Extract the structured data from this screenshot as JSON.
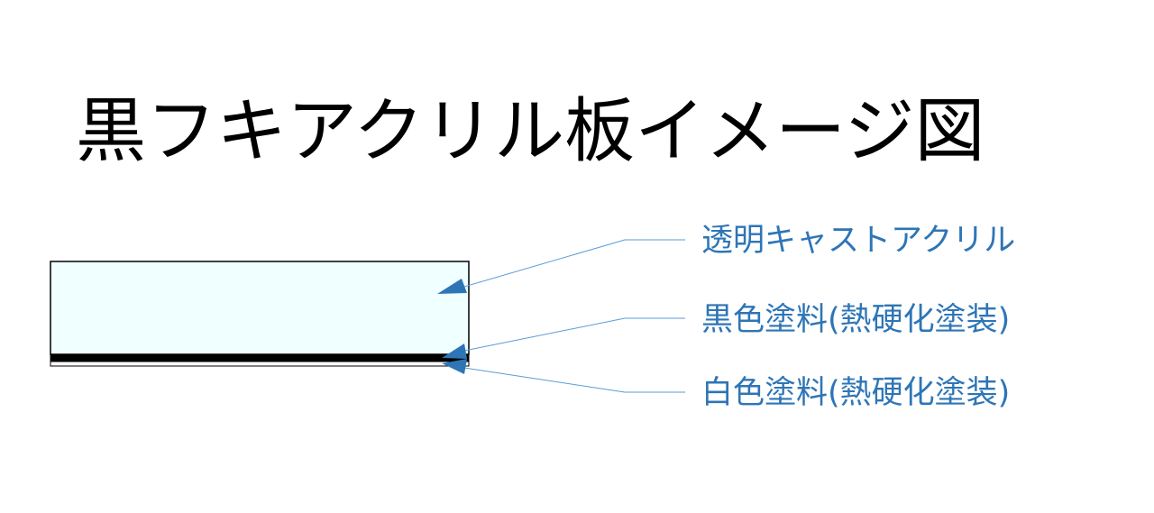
{
  "title": "黒フキアクリル板イメージ図",
  "colors": {
    "acrylic_fill": "#f0ffff",
    "outline": "#000000",
    "black_paint": "#000000",
    "white_paint": "#ffffff",
    "callout": "#2e75b6",
    "leader_line": "#5b9bd5"
  },
  "layers": [
    {
      "label": "透明キャストアクリル"
    },
    {
      "label": "黒色塗料(熱硬化塗装)"
    },
    {
      "label": "白色塗料(熱硬化塗装)"
    }
  ]
}
